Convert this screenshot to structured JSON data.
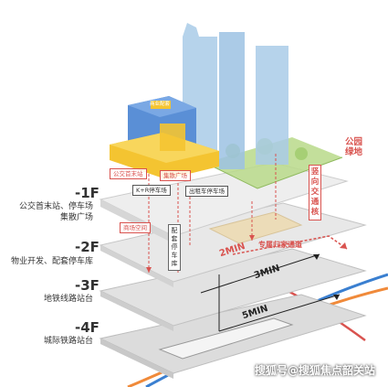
{
  "levels": [
    {
      "id": "-1F",
      "desc": [
        "公交首末站、停车场",
        "集散广场"
      ]
    },
    {
      "id": "-2F",
      "desc": [
        "物业开发、配套停车库"
      ]
    },
    {
      "id": "-3F",
      "desc": [
        "地铁线路站台"
      ]
    },
    {
      "id": "-4F",
      "desc": [
        "城际铁路站台"
      ]
    }
  ],
  "tags": {
    "bus_terminal": "公交首末站",
    "plaza": "集散广场",
    "kr_parking": "K+R停车场",
    "taxi_parking": "出租车停车场",
    "mall_space": "商场空间",
    "parking_garage": "配套停车库",
    "passage": "专属归家通道",
    "vertical_transport": "竖向交通核",
    "park": "公园绿地",
    "yellow_small": "商业配套"
  },
  "times": {
    "red": "2MIN",
    "mid": "3MIN",
    "low": "5MIN"
  },
  "watermark": "搜狐号@搜狐焦点韶关站",
  "colors": {
    "accent": "#d9534f",
    "tower": "#a9cbe8",
    "yellow": "#f4c431",
    "green": "#b8d98a",
    "rail_blue": "#3a7fd0",
    "rail_orange": "#f08a3a"
  }
}
